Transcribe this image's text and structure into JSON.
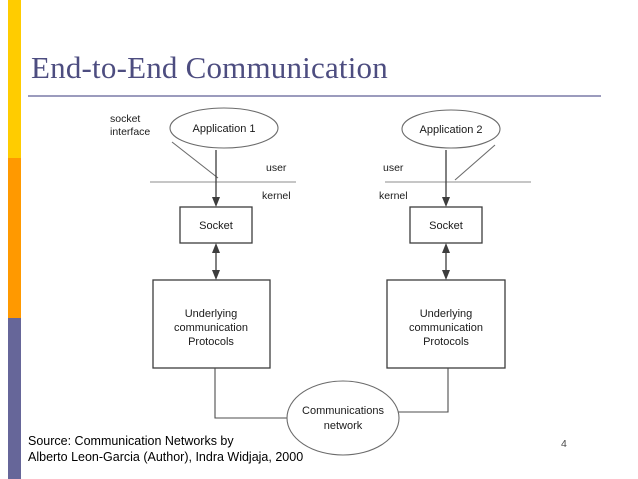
{
  "slide": {
    "title": "End-to-End Communication",
    "number": "4",
    "source_line_1": "Source: Communication Networks by",
    "source_line_2": "Alberto Leon-Garcia (Author), Indra Widjaja, 2000"
  },
  "accent_bar": {
    "colors": [
      "#ffcc00",
      "#ff9900",
      "#666699"
    ]
  },
  "theme": {
    "title_color": "#4d4d80",
    "rule_color": "#9b9bbd",
    "diagram_stroke": "#3d3d3d",
    "divider_color": "#b3b3b3"
  },
  "diagram": {
    "left_stack": {
      "annotation_line_1": "socket",
      "annotation_line_2": "interface",
      "application": "Application 1",
      "user_label": "user",
      "kernel_label": "kernel",
      "socket": "Socket",
      "protocols_line_1": "Underlying",
      "protocols_line_2": "communication",
      "protocols_line_3": "Protocols"
    },
    "right_stack": {
      "application": "Application 2",
      "user_label": "user",
      "kernel_label": "kernel",
      "socket": "Socket",
      "protocols_line_1": "Underlying",
      "protocols_line_2": "communication",
      "protocols_line_3": "Protocols"
    },
    "network": {
      "line_1": "Communications",
      "line_2": "network"
    }
  }
}
